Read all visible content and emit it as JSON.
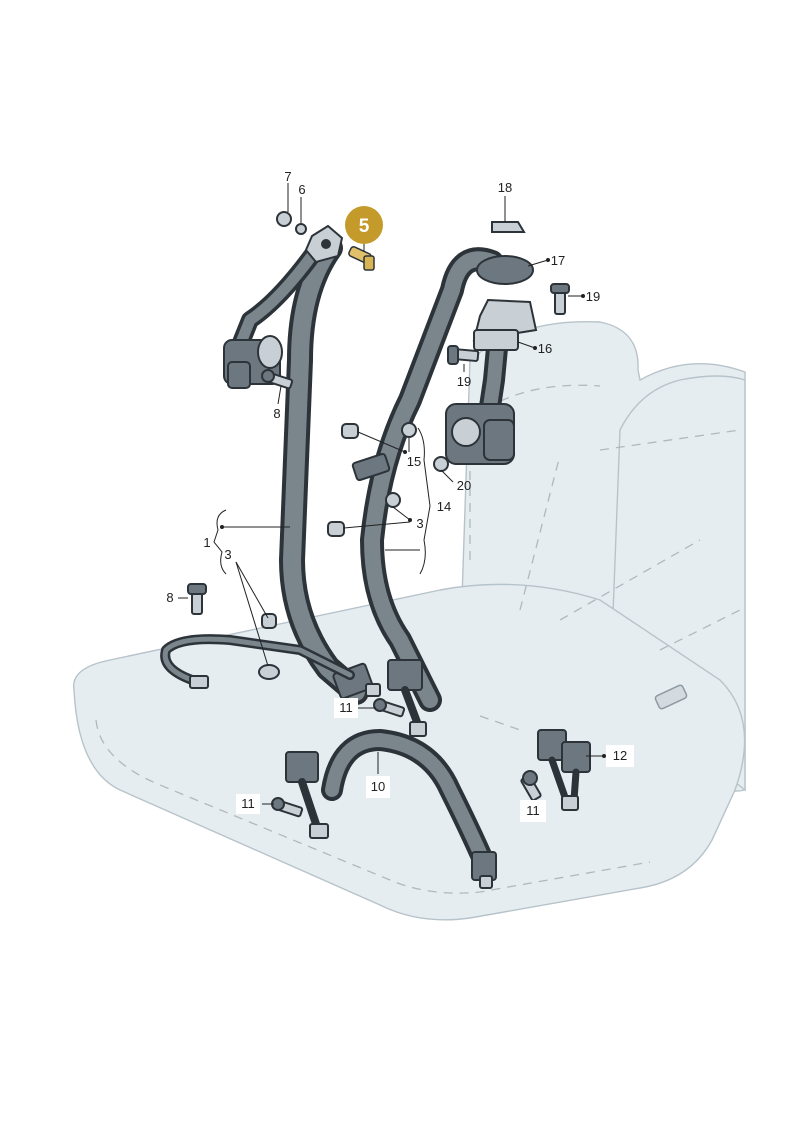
{
  "diagram": {
    "highlight_color": "#c49a2a",
    "highlight_label": "5",
    "callouts": {
      "c1": "1",
      "c3a": "3",
      "c3b": "3",
      "c6": "6",
      "c7": "7",
      "c8a": "8",
      "c8b": "8",
      "c10": "10",
      "c11a": "11",
      "c11b": "11",
      "c11c": "11",
      "c12": "12",
      "c14": "14",
      "c15": "15",
      "c16": "16",
      "c17": "17",
      "c18": "18",
      "c19a": "19",
      "c19b": "19",
      "c20": "20"
    }
  }
}
